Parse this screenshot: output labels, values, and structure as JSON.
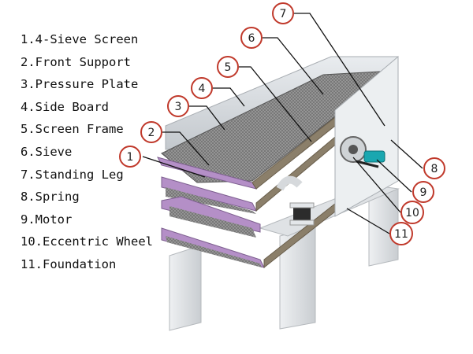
{
  "legend": [
    {
      "num": "1.",
      "text": "4-Sieve Screen"
    },
    {
      "num": "2.",
      "text": "Front Support"
    },
    {
      "num": "3.",
      "text": "Pressure Plate"
    },
    {
      "num": "4.",
      "text": "Side Board"
    },
    {
      "num": "5.",
      "text": "Screen Frame"
    },
    {
      "num": "6.",
      "text": "Sieve"
    },
    {
      "num": "7.",
      "text": "Standing Leg"
    },
    {
      "num": "8.",
      "text": "Spring"
    },
    {
      "num": "9.",
      "text": "Motor"
    },
    {
      "num": "10.",
      "text": "Eccentric Wheel"
    },
    {
      "num": "11.",
      "text": "Foundation"
    }
  ],
  "callouts": [
    "1",
    "2",
    "3",
    "4",
    "5",
    "6",
    "7",
    "8",
    "9",
    "10",
    "11"
  ],
  "colors": {
    "callout_ring": "#c0392b",
    "deck_trim": "#b48fc7",
    "screen_mesh": "#8b8b8b",
    "frame_gray": "#d9dde0",
    "motor_teal": "#1aa7b0"
  }
}
